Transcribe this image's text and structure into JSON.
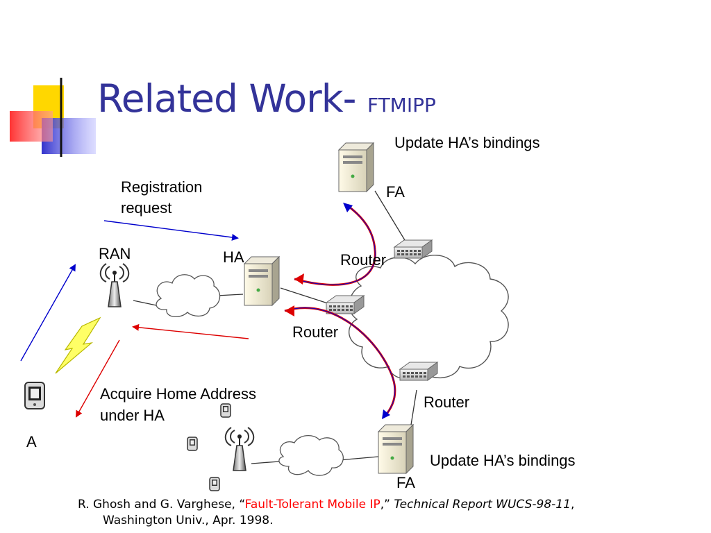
{
  "slide": {
    "title": "Related Work-",
    "title_sub": "FTMIPP"
  },
  "labels": {
    "update_top": "Update HA’s bindings",
    "fa_top": "FA",
    "reg_line1": "Registration",
    "reg_line2": "request",
    "ran": "RAN",
    "ha": "HA",
    "router_top": "Router",
    "router_mid": "Router",
    "router_bottom": "Router",
    "acquire_line1": "Acquire Home Address",
    "acquire_line2": "under HA",
    "node_a": "A",
    "update_bottom": "Update HA’s bindings",
    "fa_bottom": "FA"
  },
  "citation": {
    "authors": "R. Ghosh and G. Varghese, “",
    "paper_title": "Fault-Tolerant Mobile IP",
    "close_quote": ",” ",
    "report": "Technical Report WUCS-98-11",
    "comma": ",",
    "line2": "Washington Univ., Apr. 1998."
  },
  "colors": {
    "title": "#333399",
    "blue_arrow": "#0000cc",
    "red_arrow": "#dd0000",
    "citation_highlight": "#ff0000"
  }
}
